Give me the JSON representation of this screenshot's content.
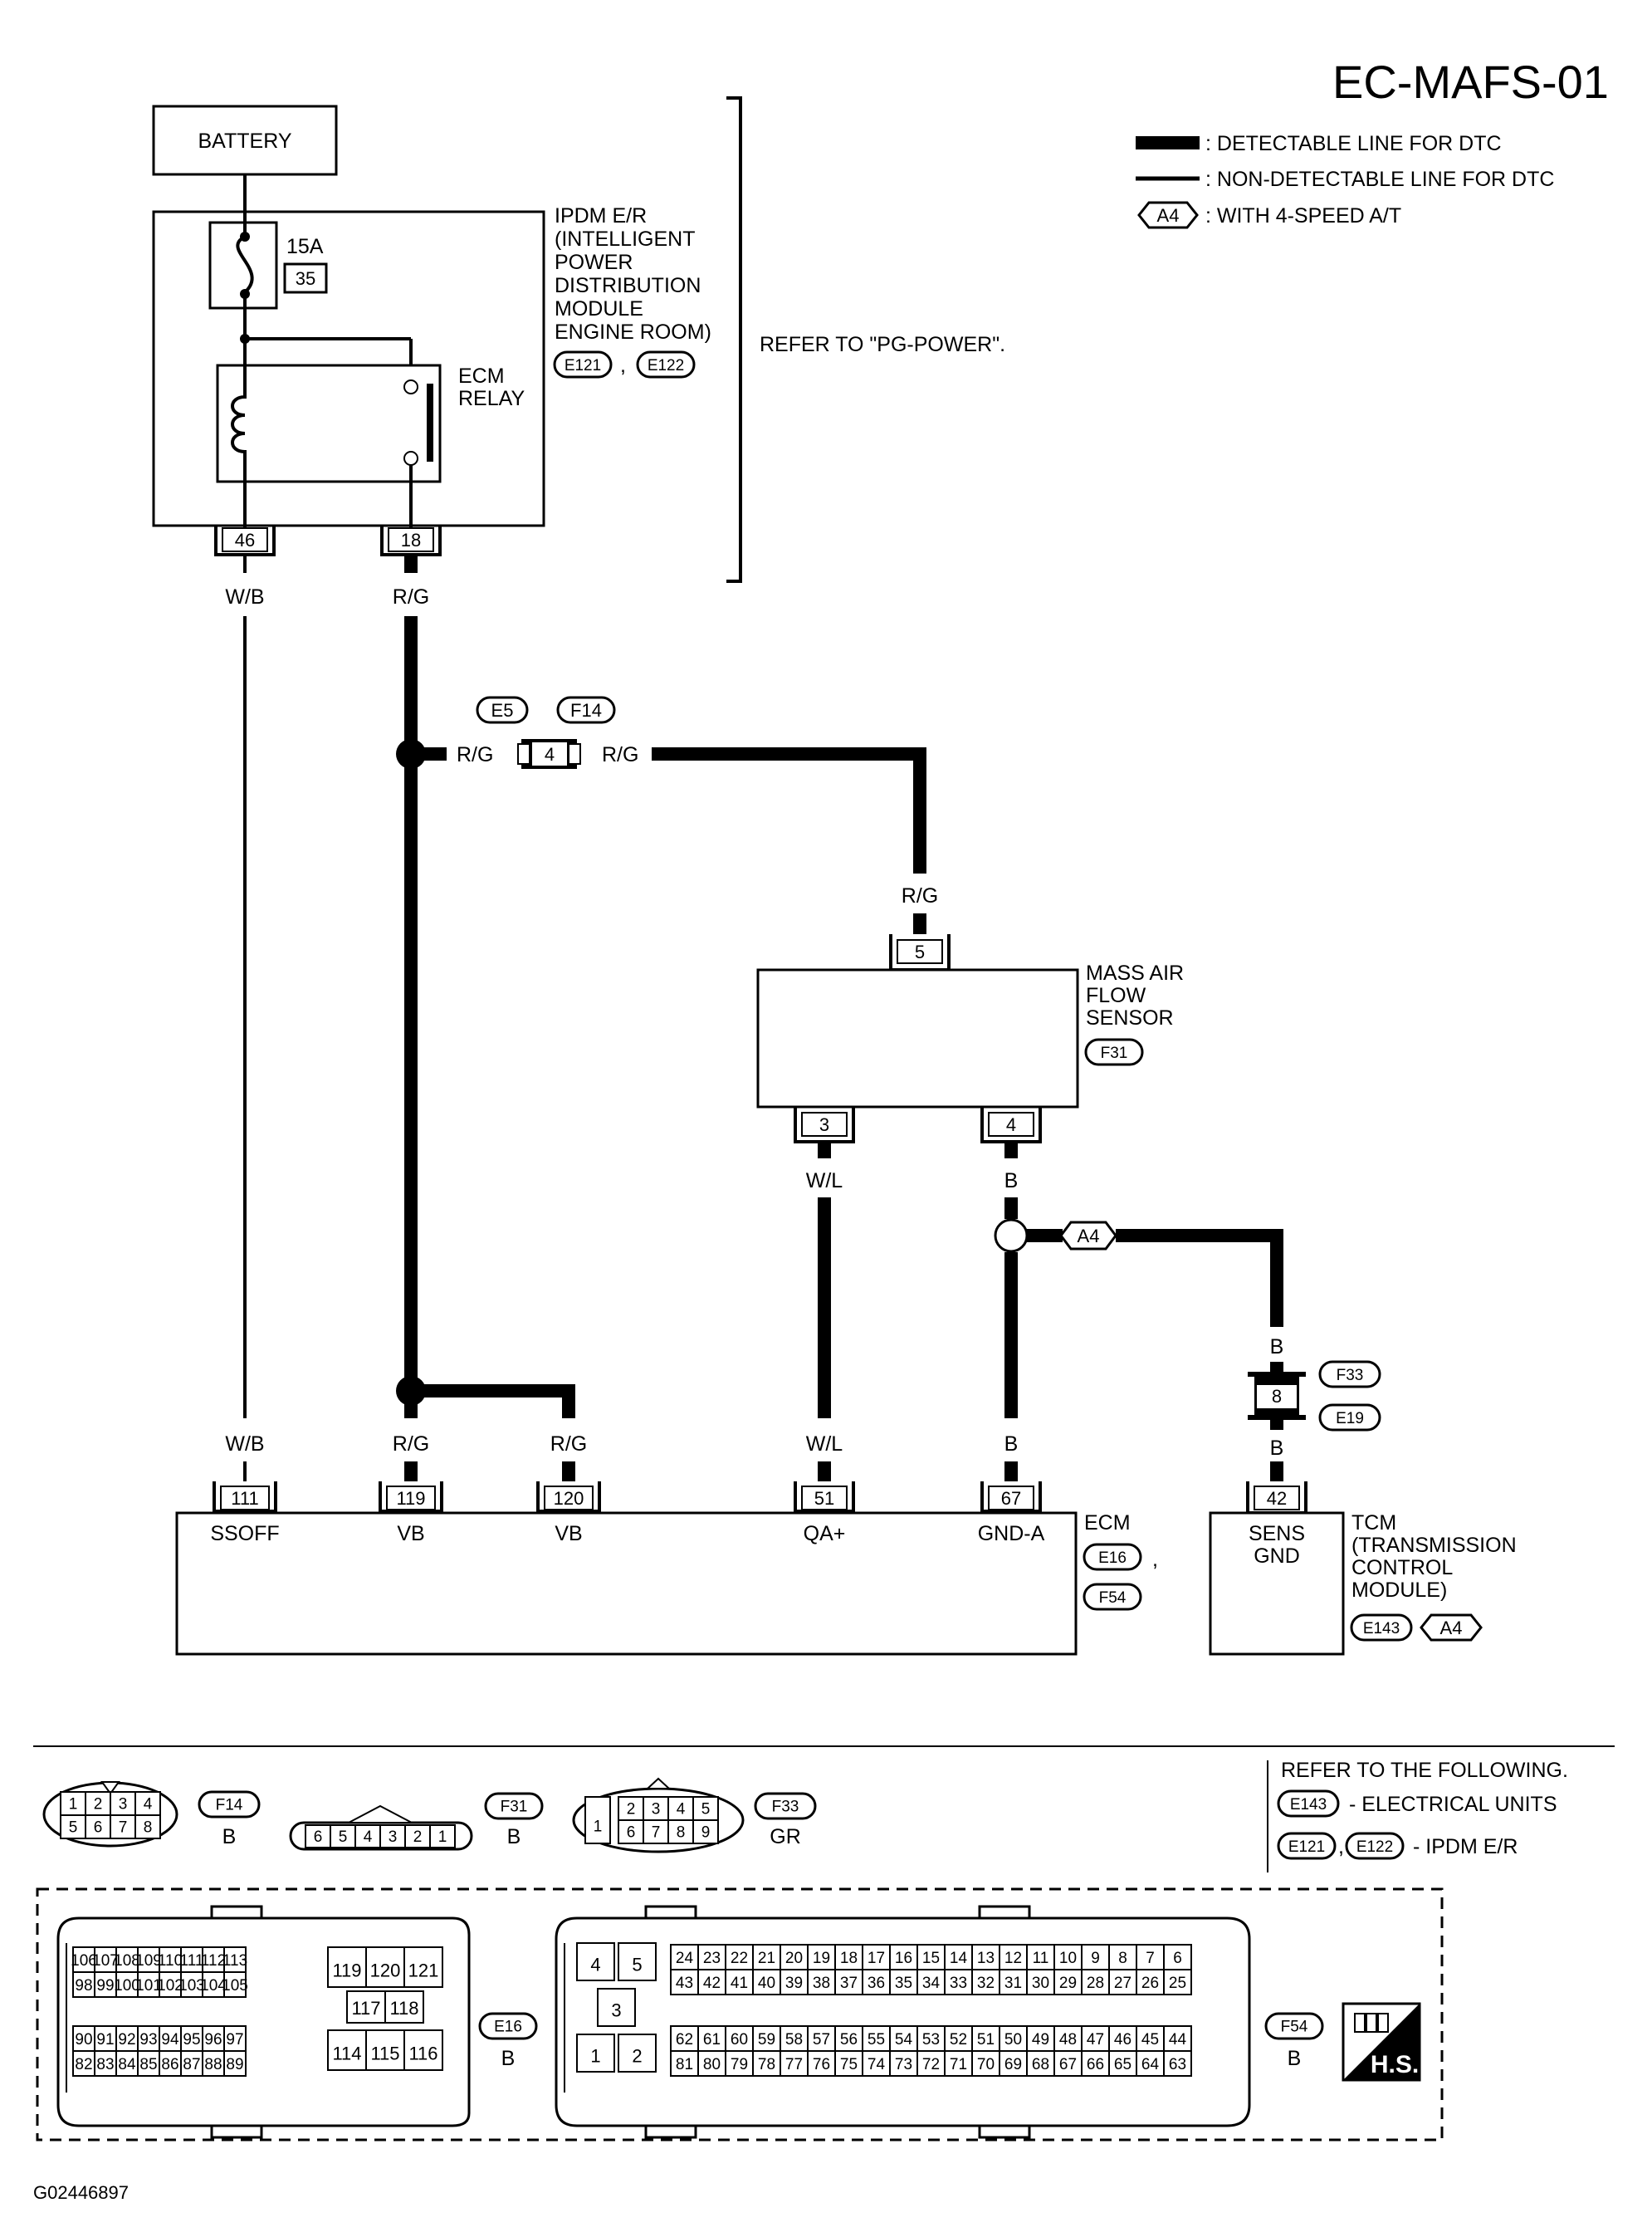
{
  "diagram_id": "EC-MAFS-01",
  "footer_code": "G02446897",
  "legend": {
    "detectable": ": DETECTABLE LINE FOR DTC",
    "non_detectable": ": NON-DETECTABLE LINE FOR DTC",
    "a4_tag": "A4",
    "a4_text": ": WITH 4-SPEED A/T"
  },
  "battery": "BATTERY",
  "fuse": {
    "rating": "15A",
    "number": "35"
  },
  "ipdm": {
    "lines": [
      "IPDM E/R",
      "(INTELLIGENT",
      "POWER",
      "DISTRIBUTION",
      "MODULE",
      "ENGINE ROOM)"
    ],
    "conn1": "E121",
    "sep": ",",
    "conn2": "E122"
  },
  "ecm_relay": [
    "ECM",
    "RELAY"
  ],
  "refer_pg": "REFER TO \"PG-POWER\".",
  "wires": {
    "wb": "W/B",
    "rg": "R/G",
    "wl": "W/L",
    "b": "B"
  },
  "pins": {
    "ipdm_46": "46",
    "ipdm_18": "18",
    "joint_4": "4",
    "maf_5": "5",
    "maf_3": "3",
    "maf_4": "4",
    "joint_8": "8",
    "ecm_111": "111",
    "ecm_119": "119",
    "ecm_120": "120",
    "ecm_51": "51",
    "ecm_67": "67",
    "tcm_42": "42"
  },
  "joint_conns": {
    "e5": "E5",
    "f14": "F14",
    "f33": "F33",
    "e19": "E19"
  },
  "maf": {
    "lines": [
      "MASS AIR",
      "FLOW",
      "SENSOR"
    ],
    "conn": "F31"
  },
  "ecm": {
    "label": "ECM",
    "terminals": [
      "SSOFF",
      "VB",
      "VB",
      "QA+",
      "GND-A"
    ],
    "conn1": "E16",
    "sep": ",",
    "conn2": "F54"
  },
  "tcm": {
    "terminal_lines": [
      "SENS",
      "GND"
    ],
    "lines": [
      "TCM",
      "(TRANSMISSION",
      "CONTROL",
      "MODULE)"
    ],
    "conn": "E143",
    "a4": "A4"
  },
  "refer_following": {
    "title": "REFER TO THE FOLLOWING.",
    "c1": "E143",
    "t1": "- ELECTRICAL UNITS",
    "c2": "E121",
    "sep": ",",
    "c3": "E122",
    "t2": "- IPDM E/R"
  },
  "bottom_connectors": {
    "f14": {
      "id": "F14",
      "color": "B",
      "row1": [
        "1",
        "2",
        "3",
        "4"
      ],
      "row2": [
        "5",
        "6",
        "7",
        "8"
      ]
    },
    "f31": {
      "id": "F31",
      "color": "B",
      "pins": [
        "6",
        "5",
        "4",
        "3",
        "2",
        "1"
      ]
    },
    "f33": {
      "id": "F33",
      "color": "GR",
      "single": "1",
      "row1": [
        "2",
        "3",
        "4",
        "5"
      ],
      "row2": [
        "6",
        "7",
        "8",
        "9"
      ]
    },
    "e16": {
      "id": "E16",
      "color": "B",
      "top1": [
        "106",
        "107",
        "108",
        "109",
        "110",
        "111",
        "112",
        "113"
      ],
      "top2": [
        "98",
        "99",
        "100",
        "101",
        "102",
        "103",
        "104",
        "105"
      ],
      "bot1": [
        "90",
        "91",
        "92",
        "93",
        "94",
        "95",
        "96",
        "97"
      ],
      "bot2": [
        "82",
        "83",
        "84",
        "85",
        "86",
        "87",
        "88",
        "89"
      ],
      "mid1": [
        "119",
        "120",
        "121"
      ],
      "mid2": [
        "117",
        "118"
      ],
      "mid3": [
        "114",
        "115",
        "116"
      ]
    },
    "f54": {
      "id": "F54",
      "color": "B",
      "left": [
        "4",
        "5",
        "3",
        "1",
        "2"
      ],
      "r1": [
        "24",
        "23",
        "22",
        "21",
        "20",
        "19",
        "18",
        "17",
        "16",
        "15",
        "14",
        "13",
        "12",
        "11",
        "10",
        "9",
        "8",
        "7",
        "6"
      ],
      "r2": [
        "43",
        "42",
        "41",
        "40",
        "39",
        "38",
        "37",
        "36",
        "35",
        "34",
        "33",
        "32",
        "31",
        "30",
        "29",
        "28",
        "27",
        "26",
        "25"
      ],
      "r3": [
        "62",
        "61",
        "60",
        "59",
        "58",
        "57",
        "56",
        "55",
        "54",
        "53",
        "52",
        "51",
        "50",
        "49",
        "48",
        "47",
        "46",
        "45",
        "44"
      ],
      "r4": [
        "81",
        "80",
        "79",
        "78",
        "77",
        "76",
        "75",
        "74",
        "73",
        "72",
        "71",
        "70",
        "69",
        "68",
        "67",
        "66",
        "65",
        "64",
        "63"
      ]
    },
    "hs": "H.S."
  }
}
